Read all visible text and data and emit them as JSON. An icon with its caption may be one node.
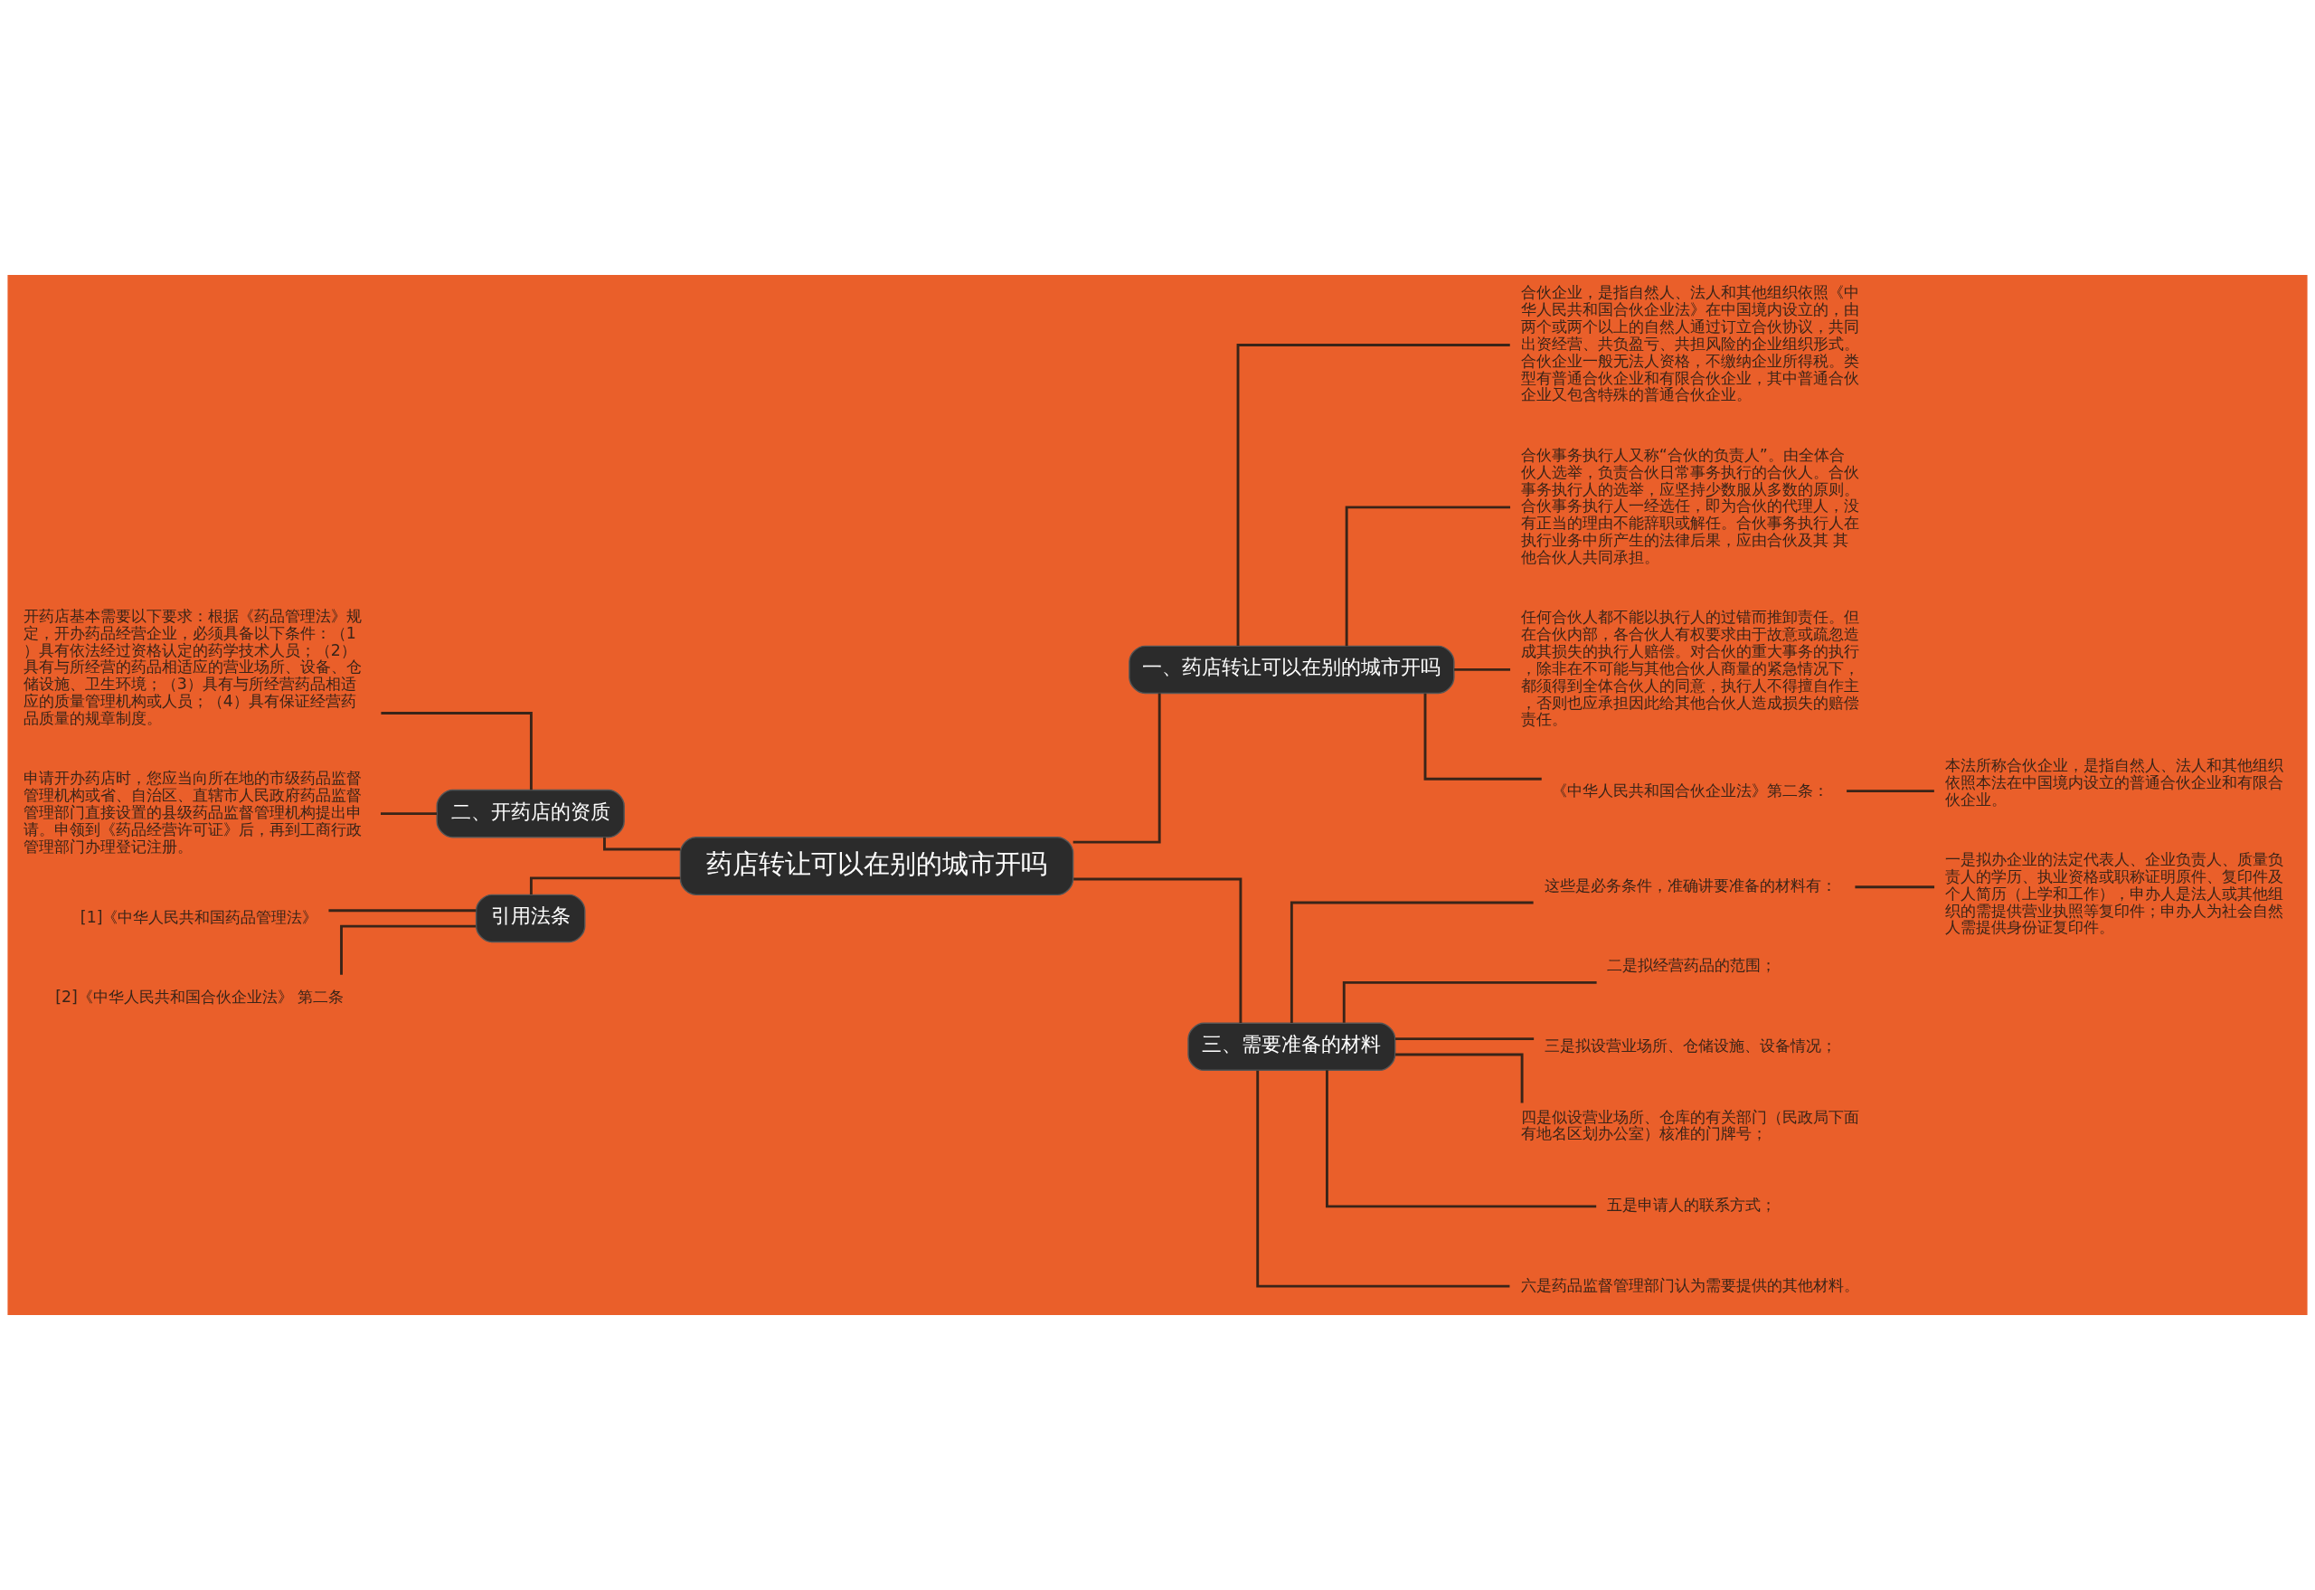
{
  "diagram": {
    "nodes": [
      {
        "text": [
          "药店转让可以在别的城市开吗"
        ]
      },
      {
        "text": [
          "一、药店转让可以在别的城市开吗"
        ]
      },
      {
        "text": [
          "合伙企业，是指自然人、法人和其他组织依照《中华人民共和国合伙企业法》在中国境内设立的，由两个或两个以上的自然人通过订立合伙协议，共同出资经营、共负盈亏、共担风险的企业组织形式。合伙企业一般无法人资格，不缴纳企业所得税。类型有普通合伙企业和有限合伙企业，其中普通合伙企业又包含特殊的普通合伙企业。"
        ]
      },
      {
        "text": [
          "合伙事务执行人又称“合伙的负责人”。由全体合伙人选举，负责合伙日常事务执行的合伙人。合伙事务执行人的选举，应坚持少数服从多数的原则。合伙事务执行人一经选任，即为合伙的代理人，没有正当的理由不能辞职或解任。合伙事务执行人在执行业务中所产生的法律后果，应由合伙及其 其他合伙人共同承担。"
        ]
      },
      {
        "text": [
          "任何合伙人都不能以执行人的过错而推卸责任。但在合伙内部，各合伙人有权要求由于故意或疏忽造成其损失的执行人赔偿。对合伙的重大事务的执行，除非在不可能与其他合伙人商量的紧急情况下，都须得到全体合伙人的同意，执行人不得擅自作主，否则也应承担因此给其他合伙人造成损失的赔偿责任。"
        ]
      },
      {
        "text": [
          "《中华人民共和国合伙企业法》第二条："
        ]
      },
      {
        "text": [
          "本法所称合伙企业，是指自然人、法人和其他组织依照本法在中国境内设立的普通合伙企业和有限合伙企业。"
        ]
      },
      {
        "text": [
          "三、需要准备的材料"
        ]
      },
      {
        "text": [
          "这些是必务条件，准确讲要准备的材料有："
        ]
      },
      {
        "text": [
          "一是拟办企业的法定代表人、企业负责人、质量负责人的学历、执业资格或职称证明原件、复印件及个人简历（上学和工作），申办人是法人或其他组织的需提供营业执照等复印件；申办人为社会自然人需提供身份证复印件。"
        ]
      },
      {
        "text": [
          "二是拟经营药品的范围；"
        ]
      },
      {
        "text": [
          "三是拟设营业场所、仓储设施、设备情况；"
        ]
      },
      {
        "text": [
          "四是似设营业场所、仓库的有关部门（民政局下面有地名区划办公室）核准的门牌号；"
        ]
      },
      {
        "text": [
          "五是申请人的联系方式；"
        ]
      },
      {
        "text": [
          "六是药品监督管理部门认为需要提供的其他材料。"
        ]
      },
      {
        "text": [
          "二、开药店的资质"
        ]
      },
      {
        "text": [
          "开药店基本需要以下要求：根据《药品管理法》规定，开办药品经营企业，必须具备以下条件：（1）具有依法经过资格认定的药学技术人员；（2）具有与所经营的药品相适应的营业场所、设备、仓储设施、卫生环境；（3）具有与所经营药品相适应的质量管理机构或人员；（4）具有保证经营药品质量的规章制度。"
        ]
      },
      {
        "text": [
          "申请开办药店时，您应当向所在地的市级药品监督管理机构或省、自治区、直辖市人民政府药品监督管理部门直接设置的县级药品监督管理机构提出申请。申领到《药品经营许可证》后，再到工商行政管理部门办理登记注册。"
        ]
      },
      {
        "text": [
          "引用法条"
        ]
      },
      {
        "text": [
          "[1]《中华人民共和国药品管理法》"
        ]
      },
      {
        "text": [
          "[2]《中华人民共和国合伙企业法》 第二条"
        ]
      }
    ],
    "edges": [
      {
        "from": 0,
        "to": 1,
        "arrow": "none"
      },
      {
        "from": 1,
        "to": 2,
        "arrow": "none"
      },
      {
        "from": 1,
        "to": 3,
        "arrow": "none"
      },
      {
        "from": 1,
        "to": 4,
        "arrow": "none"
      },
      {
        "from": 1,
        "to": 5,
        "arrow": "none"
      },
      {
        "from": 5,
        "to": 6,
        "arrow": "none"
      },
      {
        "from": 0,
        "to": 7,
        "arrow": "none"
      },
      {
        "from": 7,
        "to": 8,
        "arrow": "none"
      },
      {
        "from": 8,
        "to": 9,
        "arrow": "none"
      },
      {
        "from": 7,
        "to": 10,
        "arrow": "none"
      },
      {
        "from": 7,
        "to": 11,
        "arrow": "none"
      },
      {
        "from": 7,
        "to": 12,
        "arrow": "none"
      },
      {
        "from": 7,
        "to": 13,
        "arrow": "none"
      },
      {
        "from": 7,
        "to": 14,
        "arrow": "none"
      },
      {
        "from": 0,
        "to": 15,
        "arrow": "none"
      },
      {
        "from": 15,
        "to": 16,
        "arrow": "none"
      },
      {
        "from": 15,
        "to": 17,
        "arrow": "none"
      },
      {
        "from": 0,
        "to": 18,
        "arrow": "none"
      },
      {
        "from": 18,
        "to": 19,
        "arrow": "none"
      },
      {
        "from": 18,
        "to": 20,
        "arrow": "none"
      }
    ]
  }
}
